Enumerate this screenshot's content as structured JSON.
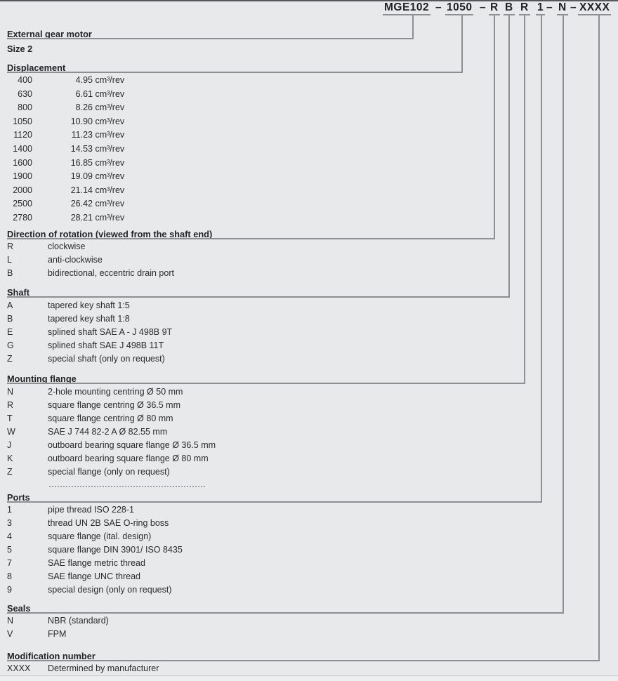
{
  "model_code": {
    "separator": "–",
    "segments": [
      "MGE102",
      "1050",
      "R",
      "B",
      "R",
      "1",
      "N",
      "XXXX"
    ]
  },
  "sections": [
    {
      "title": "External gear motor",
      "subtitle": "Size 2"
    },
    {
      "title": "Displacement",
      "rows": [
        {
          "code": "400",
          "value": "4.95",
          "unit": "cm³/rev"
        },
        {
          "code": "630",
          "value": "6.61",
          "unit": "cm³/rev"
        },
        {
          "code": "800",
          "value": "8.26",
          "unit": "cm³/rev"
        },
        {
          "code": "1050",
          "value": "10.90",
          "unit": "cm³/rev"
        },
        {
          "code": "1120",
          "value": "11.23",
          "unit": "cm³/rev"
        },
        {
          "code": "1400",
          "value": "14.53",
          "unit": "cm³/rev"
        },
        {
          "code": "1600",
          "value": "16.85",
          "unit": "cm³/rev"
        },
        {
          "code": "1900",
          "value": "19.09",
          "unit": "cm³/rev"
        },
        {
          "code": "2000",
          "value": "21.14",
          "unit": "cm³/rev"
        },
        {
          "code": "2500",
          "value": "26.42",
          "unit": "cm³/rev"
        },
        {
          "code": "2780",
          "value": "28.21",
          "unit": "cm³/rev"
        }
      ]
    },
    {
      "title": "Direction of rotation (viewed from the shaft end)",
      "rows": [
        {
          "code": "R",
          "desc": "clockwise"
        },
        {
          "code": "L",
          "desc": "anti-clockwise"
        },
        {
          "code": "B",
          "desc": "bidirectional, eccentric drain port"
        }
      ]
    },
    {
      "title": "Shaft",
      "rows": [
        {
          "code": "A",
          "desc": "tapered key shaft 1:5"
        },
        {
          "code": "B",
          "desc": "tapered key shaft 1:8"
        },
        {
          "code": "E",
          "desc": "splined shaft SAE A - J 498B 9T"
        },
        {
          "code": "G",
          "desc": "splined shaft SAE J 498B 11T"
        },
        {
          "code": "Z",
          "desc": "special shaft (only on request)"
        }
      ]
    },
    {
      "title": "Mounting flange",
      "rows": [
        {
          "code": "N",
          "desc": "2-hole mounting centring Ø 50 mm"
        },
        {
          "code": "R",
          "desc": "square flange centring Ø 36.5 mm"
        },
        {
          "code": "T",
          "desc": "square flange centring Ø 80 mm"
        },
        {
          "code": "W",
          "desc": "SAE J 744 82-2 A Ø 82.55 mm"
        },
        {
          "code": "J",
          "desc": "outboard bearing square flange Ø 36.5 mm"
        },
        {
          "code": "K",
          "desc": "outboard bearing square flange Ø 80 mm"
        },
        {
          "code": "Z",
          "desc": "special flange (only on request)"
        }
      ]
    },
    {
      "title": "Ports",
      "rows": [
        {
          "code": "1",
          "desc": "pipe thread ISO 228-1"
        },
        {
          "code": "3",
          "desc": "thread UN 2B SAE O-ring boss"
        },
        {
          "code": "4",
          "desc": "square flange (ital. design)"
        },
        {
          "code": "5",
          "desc": "square flange DIN 3901/ ISO 8435"
        },
        {
          "code": "7",
          "desc": "SAE flange metric thread"
        },
        {
          "code": "8",
          "desc": "SAE flange UNC thread"
        },
        {
          "code": "9",
          "desc": "special design (only on request)"
        }
      ]
    },
    {
      "title": "Seals",
      "rows": [
        {
          "code": "N",
          "desc": "NBR (standard)"
        },
        {
          "code": "V",
          "desc": "FPM"
        }
      ]
    },
    {
      "title": "Modification number",
      "rows": [
        {
          "code": "XXXX",
          "desc": "Determined by manufacturer"
        }
      ]
    }
  ]
}
